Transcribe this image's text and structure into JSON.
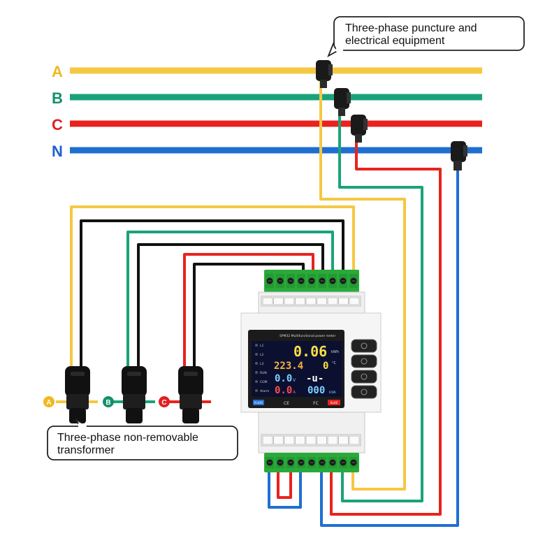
{
  "colors": {
    "A": "#f5c842",
    "B": "#1aa37a",
    "C": "#e8231f",
    "N": "#1f6fd1",
    "black": "#111111",
    "terminal": "#2aaa3a",
    "lcd_bg": "#0c1030",
    "label_A": "#f2b720",
    "label_B": "#14906b",
    "label_C": "#e02020",
    "label_N": "#1f5fd1"
  },
  "bus_lines": [
    {
      "label": "A",
      "color_key": "A"
    },
    {
      "label": "B",
      "color_key": "B"
    },
    {
      "label": "C",
      "color_key": "C"
    },
    {
      "label": "N",
      "color_key": "N"
    }
  ],
  "callouts": {
    "top": {
      "line1": "Three-phase puncture and",
      "line2": "electrical equipment"
    },
    "bottom": {
      "line1": "Three-phase non-removable",
      "line2": "transformer"
    }
  },
  "transformer_labels": [
    "A",
    "B",
    "C"
  ],
  "meter": {
    "header_text": "SPM32 Multifunctional power meter",
    "leds": [
      "L1",
      "L2",
      "L3",
      "RUN",
      "COM",
      "Alarm"
    ],
    "readouts": {
      "r1_value": "0.06",
      "r1_unit": "kWh",
      "r2_left": "223.4",
      "r2_right": "0",
      "r2_right_unit": "°C",
      "r3_left": "0.0",
      "r3_left_unit": "V",
      "r3_right": "-u-",
      "r4_left": "0.0",
      "r4_left_unit": "A",
      "r4_right": "000",
      "r4_right_unit": "kVA"
    },
    "footer_badges": [
      "RS485",
      "CE",
      "FC",
      "RoHS"
    ],
    "buttons": [
      "menu-button",
      "up-button",
      "down-button",
      "enter-button"
    ]
  }
}
